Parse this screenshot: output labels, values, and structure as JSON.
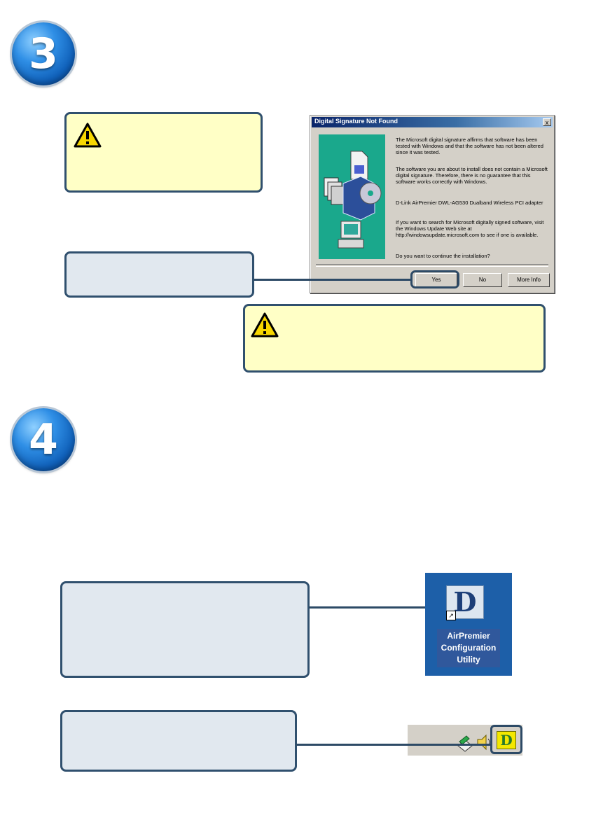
{
  "steps": {
    "step3": "3",
    "step4": "4"
  },
  "dialog": {
    "title": "Digital Signature Not Found",
    "close": "x",
    "para1": "The Microsoft digital signature affirms that software has been tested with Windows and that the software has not been altered since it was tested.",
    "para2": "The software you are about to install does not contain a Microsoft digital signature. Therefore, there is no guarantee that this software works correctly with Windows.",
    "device": "D-Link AirPremier DWL-AG530 Dualband Wireless PCI adapter",
    "para3": "If you want to search for Microsoft digitally signed software, visit the Windows Update Web site at http://windowsupdate.microsoft.com to see if one is available.",
    "question": "Do you want to continue the installation?",
    "buttons": {
      "yes": "Yes",
      "no": "No",
      "more_info": "More Info"
    }
  },
  "desktop_icon": {
    "glyph": "D",
    "shortcut_arrow": "↗",
    "label": "AirPremier Configuration Utility"
  },
  "tray": {
    "glyph": "D"
  },
  "colors": {
    "warning_fill": "#ffffc6",
    "info_fill": "#e1e8ef",
    "border": "#30506e",
    "badge_blue": "#1f78d1",
    "desktop_blue": "#1d5fa8",
    "tray_yellow": "#f4e800"
  }
}
